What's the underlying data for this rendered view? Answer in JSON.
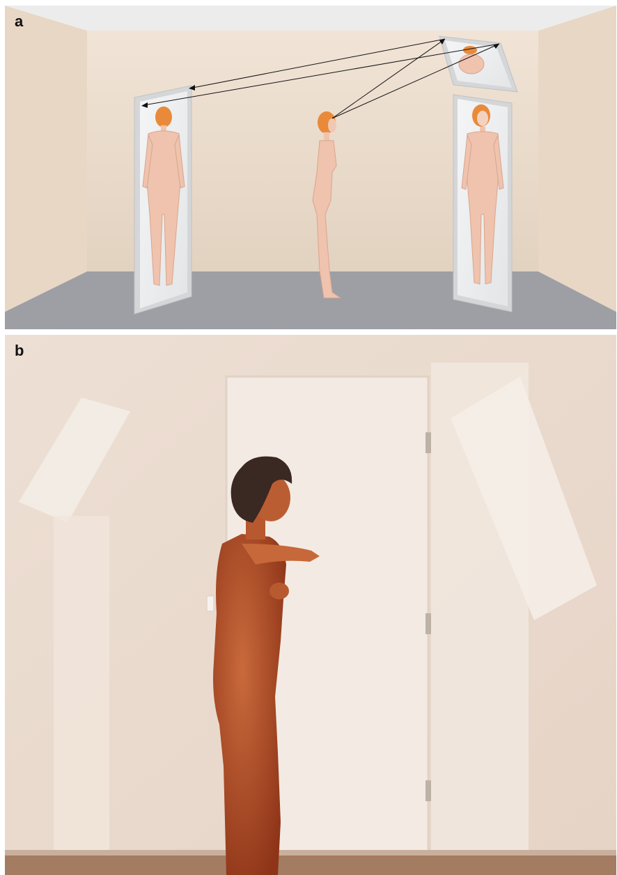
{
  "figure": {
    "panels": [
      {
        "id": "a",
        "label": "a"
      },
      {
        "id": "b",
        "label": "b"
      }
    ]
  },
  "colors": {
    "wall": "#efe2d4",
    "side_wall": "#e6d6c4",
    "floor": "#9c9ea3",
    "skin": "#efc3ae",
    "hair": "#e98a3a",
    "mirror_frame": "#d8dadc",
    "photo_wall": "#eadbd0",
    "photo_skin": "#b8552a",
    "photo_hair": "#3a2822"
  }
}
